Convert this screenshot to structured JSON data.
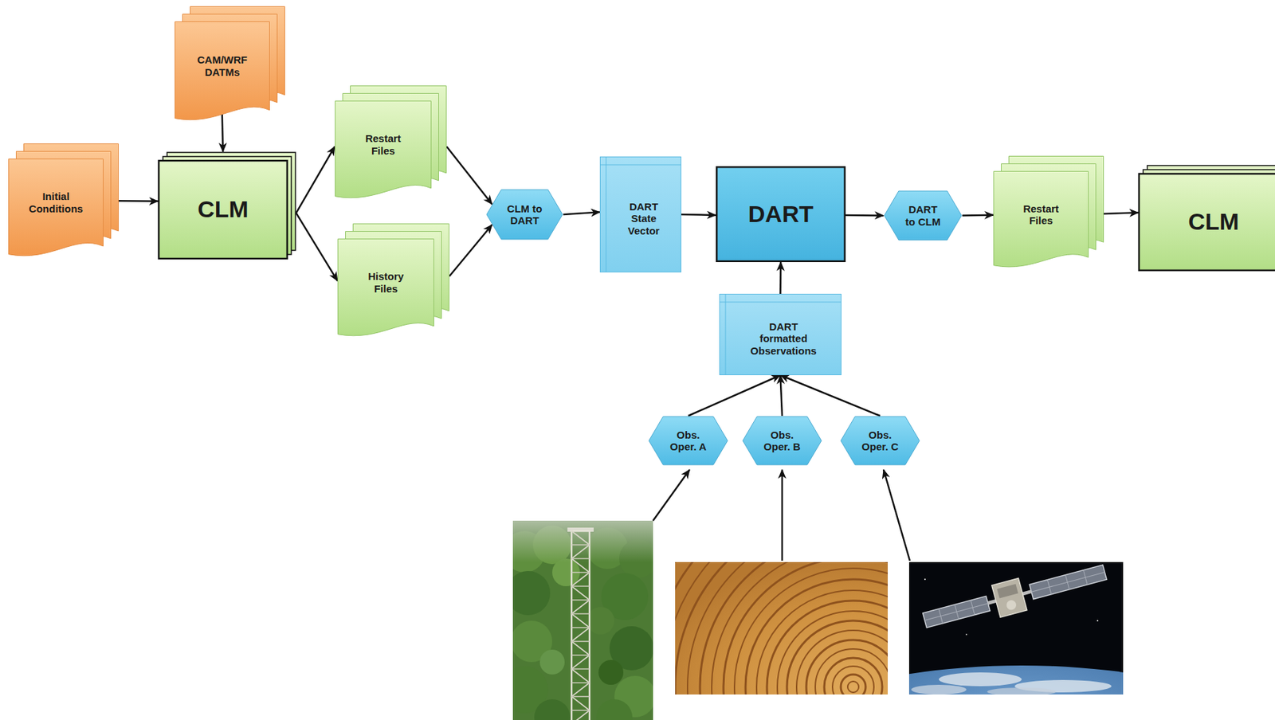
{
  "diagram": {
    "nodes": [
      {
        "text": [
          "CAM/WRF DATMs"
        ]
      },
      {
        "text": [
          "Initial Conditions"
        ]
      },
      {
        "text": [
          "CLM"
        ]
      },
      {
        "text": [
          "Restart Files"
        ]
      },
      {
        "text": [
          "History Files"
        ]
      },
      {
        "text": [
          "CLM to DART"
        ]
      },
      {
        "text": [
          "DART State Vector"
        ]
      },
      {
        "text": [
          "DART"
        ]
      },
      {
        "text": [
          "DART to CLM"
        ]
      },
      {
        "text": [
          "Restart Files"
        ]
      },
      {
        "text": [
          "CLM"
        ]
      },
      {
        "text": [
          "DART formatted Observations"
        ]
      },
      {
        "text": [
          "Obs. Oper. A"
        ]
      },
      {
        "text": [
          "Obs. Oper. B"
        ]
      },
      {
        "text": [
          "Obs. Oper. C"
        ]
      }
    ],
    "edges": [
      {
        "from": 1,
        "to": 2,
        "arrow": "to"
      },
      {
        "from": 0,
        "to": 2,
        "arrow": "to"
      },
      {
        "from": 2,
        "to": 3,
        "arrow": "to"
      },
      {
        "from": 2,
        "to": 4,
        "arrow": "to"
      },
      {
        "from": 3,
        "to": 5,
        "arrow": "to"
      },
      {
        "from": 4,
        "to": 5,
        "arrow": "to"
      },
      {
        "from": 5,
        "to": 6,
        "arrow": "to"
      },
      {
        "from": 6,
        "to": 7,
        "arrow": "to"
      },
      {
        "from": 7,
        "to": 8,
        "arrow": "to"
      },
      {
        "from": 8,
        "to": 9,
        "arrow": "to"
      },
      {
        "from": 9,
        "to": 10,
        "arrow": "to"
      },
      {
        "from": 11,
        "to": 7,
        "arrow": "to"
      },
      {
        "from": 12,
        "to": 11,
        "arrow": "to"
      },
      {
        "from": 13,
        "to": 11,
        "arrow": "to"
      },
      {
        "from": 14,
        "to": 11,
        "arrow": "to"
      }
    ]
  }
}
